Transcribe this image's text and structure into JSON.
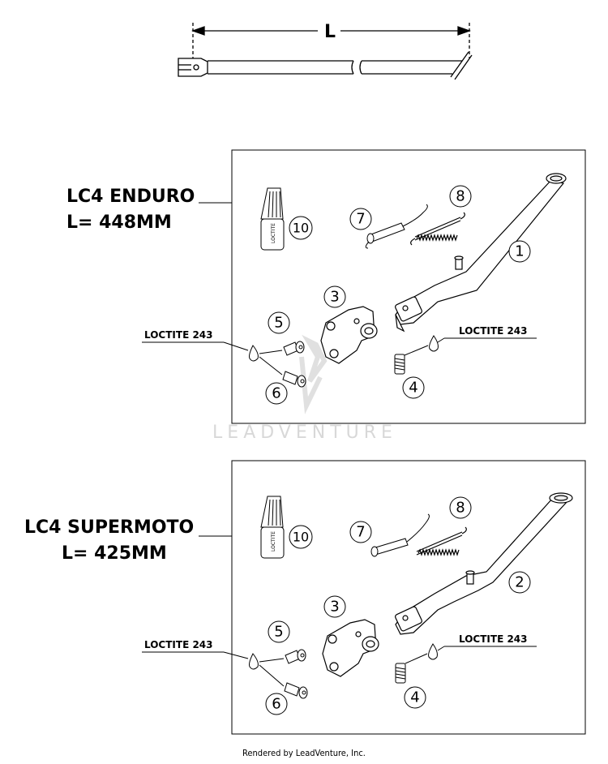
{
  "dimension": {
    "label": "L"
  },
  "panels": [
    {
      "model_line1": "LC4 ENDURO",
      "model_line2": "L= 448MM",
      "callouts": [
        "1",
        "3",
        "4",
        "5",
        "6",
        "7",
        "8",
        "10"
      ],
      "loctite_left": "LOCTITE 243",
      "loctite_right": "LOCTITE 243",
      "tube_label": "LOCTITE"
    },
    {
      "model_line1": "LC4 SUPERMOTO",
      "model_line2": "L= 425MM",
      "callouts": [
        "2",
        "3",
        "4",
        "5",
        "6",
        "7",
        "8",
        "10"
      ],
      "loctite_left": "LOCTITE 243",
      "loctite_right": "LOCTITE 243",
      "tube_label": "LOCTITE"
    }
  ],
  "watermark": "LEADVENTURE",
  "footer": "Rendered by LeadVenture, Inc."
}
